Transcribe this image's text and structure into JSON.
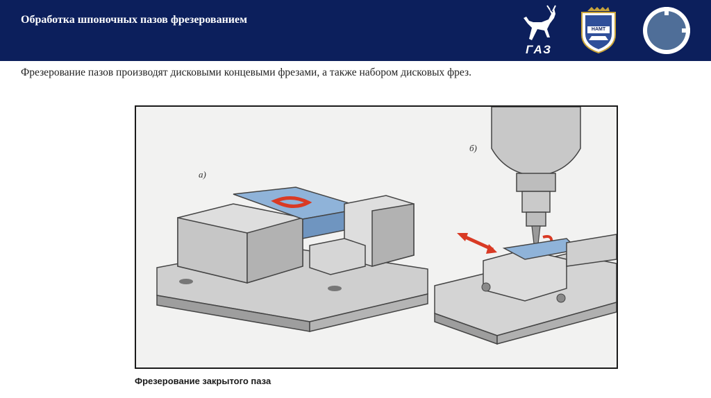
{
  "header": {
    "title": "Обработка шпоночных пазов фрезерованием",
    "logo_gaz_text": "ГАЗ",
    "logo_namt_text": "НАМТ"
  },
  "content": {
    "intro": "Фрезерование пазов производят дисковыми концевыми фрезами, а также набором дисковых фрез."
  },
  "figure": {
    "label_a": "а)",
    "label_b": "б)",
    "caption": "Фрезерование закрытого паза"
  },
  "colors": {
    "header_bg": "#0c1f5c",
    "workpiece_blue": "#8fb3d9",
    "arrow_red": "#d93a24",
    "round_logo_blue": "#4f6e98"
  }
}
